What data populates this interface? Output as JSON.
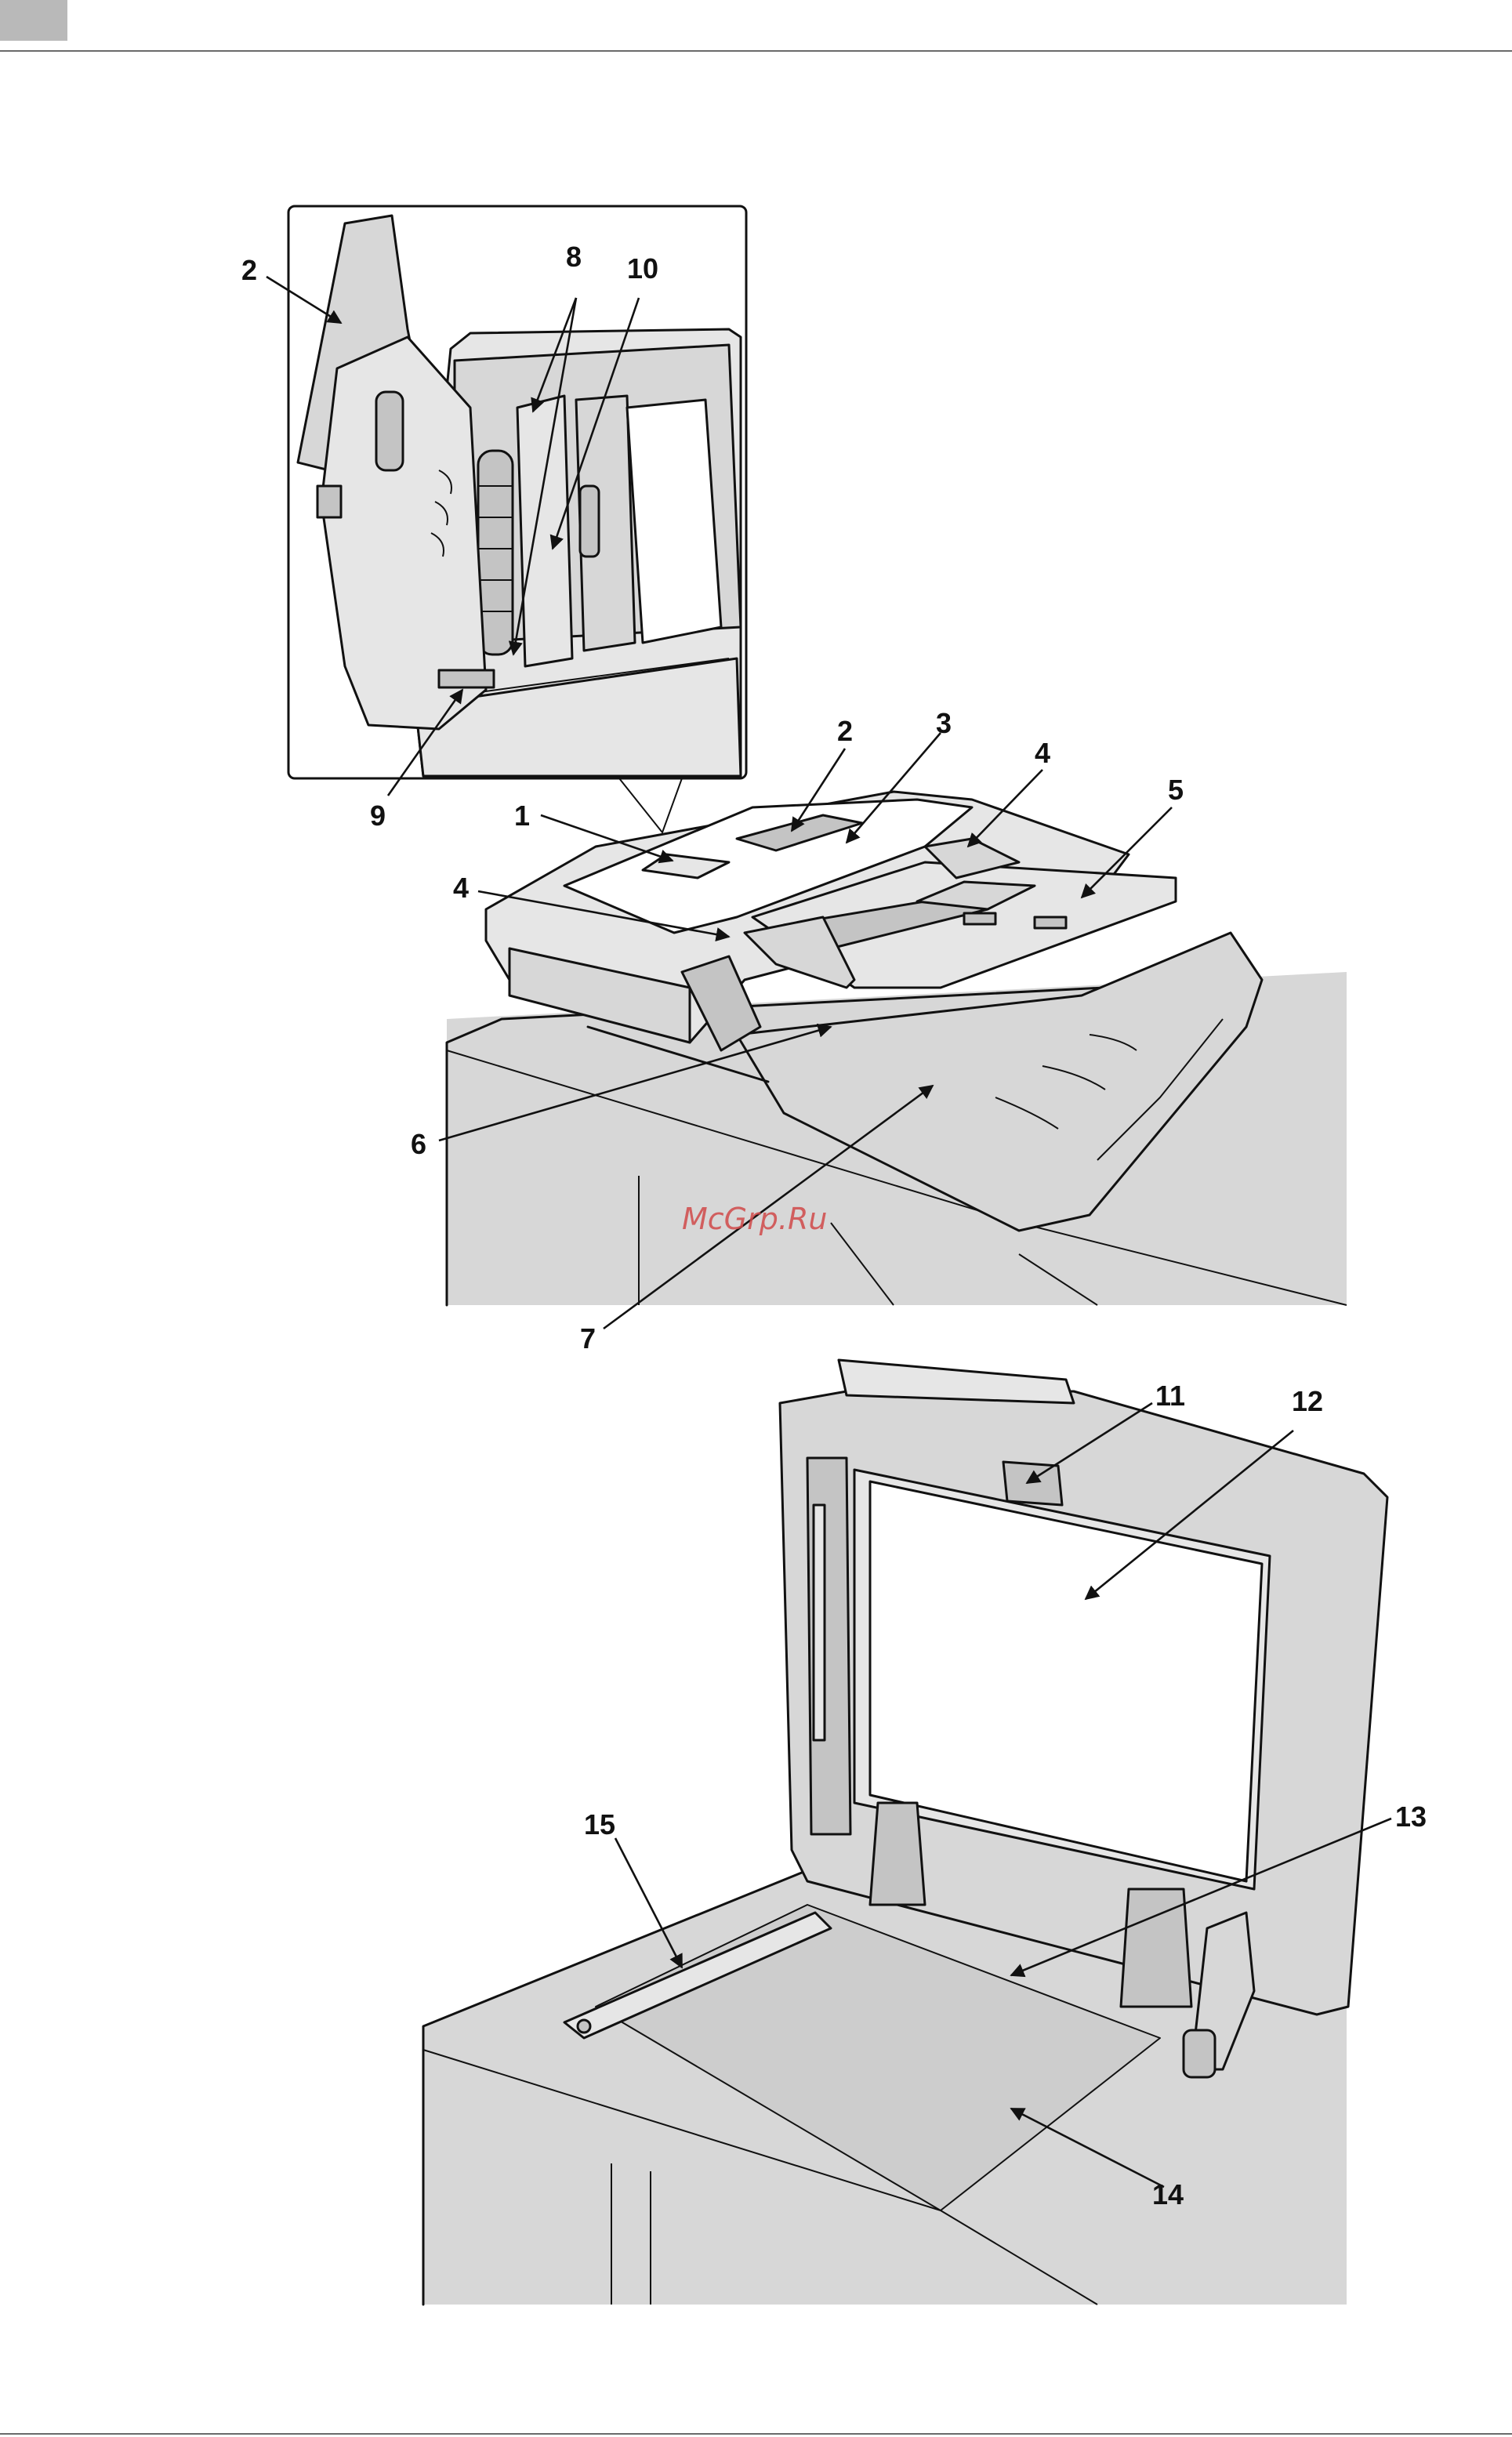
{
  "header": {
    "tab_color": "#b9b9b9",
    "rule_color": "#6a6a6a"
  },
  "watermark": {
    "text": "McGrp.Ru",
    "color": "#d04a4a"
  },
  "figure_top": {
    "callouts": {
      "c1": "1",
      "c2": "2",
      "c2_inset": "2",
      "c3": "3",
      "c4a": "4",
      "c4b": "4",
      "c5": "5",
      "c6": "6",
      "c7": "7",
      "c8": "8",
      "c9": "9",
      "c10": "10"
    }
  },
  "figure_bottom": {
    "callouts": {
      "c11": "11",
      "c12": "12",
      "c13": "13",
      "c14": "14",
      "c15": "15"
    }
  }
}
